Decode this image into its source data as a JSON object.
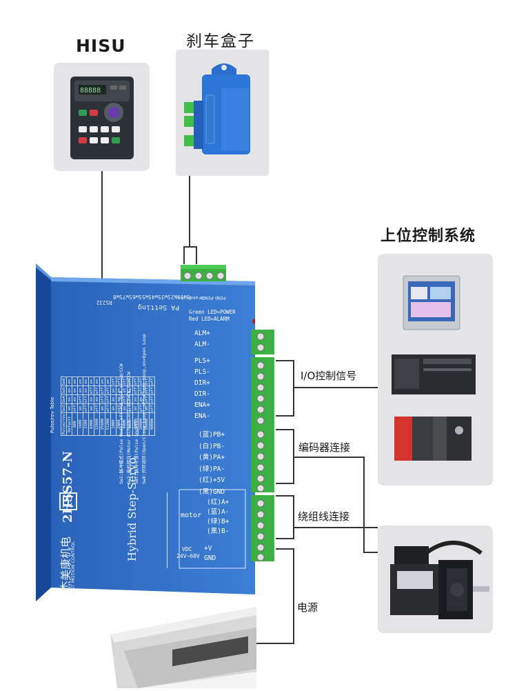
{
  "hisu": {
    "label": "HISU",
    "display": "88888"
  },
  "brake": {
    "label": "刹车盒子"
  },
  "host": {
    "label": "上位控制系统"
  },
  "connections": {
    "io": "I/O控制信号",
    "encoder": "编码器连接",
    "winding": "绕组线连接",
    "power": "电源"
  },
  "driver": {
    "brand_cn": "杰美康机电",
    "brand_en": "JUST MOTION CONTROL",
    "model": "2HSS57-N",
    "subtitle": "Hybrid Step-Servo",
    "rs232": "RS232",
    "pa_setting": "PA Setting",
    "switches": [
      "Sw8",
      "Sw7",
      "Sw6",
      "Sw5",
      "Sw4",
      "Sw3",
      "Sw2",
      "Sw1"
    ],
    "brake_pins": [
      "Brake+",
      "Brake-",
      "PEND+",
      "PEND-"
    ],
    "led_green": "Green LED=POWER",
    "led_red": "Red LED=ALARM",
    "alarm_terms": [
      "ALM+",
      "ALM-"
    ],
    "signal_terms": [
      "PLS+",
      "PLS-",
      "DIR+",
      "DIR-",
      "ENA+",
      "ENA-"
    ],
    "encoder_terms": [
      "(蓝)PB+",
      "(白)PB-",
      "(黄)PA+",
      "(绿)PA-",
      "(红)+5V",
      "(黑)GND"
    ],
    "motor_label": "motor",
    "motor_terms": [
      "(红)A+",
      "(蓝)A-",
      "(绿)B+",
      "(黑)B-"
    ],
    "power_label": "VDC",
    "power_range": "24V~60V",
    "power_terms": [
      "+V",
      "GND"
    ],
    "table_title": "Pulse/rev Table",
    "table_header": [
      "Pulse/rev",
      "Sw3",
      "Sw4",
      "Sw5",
      "Sw6"
    ],
    "table_rows": [
      [
        "Default",
        "on",
        "on",
        "on",
        "on"
      ],
      [
        "800",
        "off",
        "on",
        "on",
        "on"
      ],
      [
        "1600",
        "on",
        "off",
        "on",
        "on"
      ],
      [
        "3200",
        "off",
        "off",
        "on",
        "on"
      ],
      [
        "6400",
        "on",
        "on",
        "off",
        "on"
      ],
      [
        "12800",
        "off",
        "on",
        "off",
        "on"
      ],
      [
        "25600",
        "on",
        "off",
        "off",
        "on"
      ],
      [
        "51200",
        "off",
        "off",
        "off",
        "on"
      ],
      [
        "1000",
        "on",
        "on",
        "on",
        "off"
      ],
      [
        "2000",
        "off",
        "on",
        "on",
        "off"
      ],
      [
        "4000",
        "on",
        "off",
        "on",
        "off"
      ],
      [
        "5000",
        "off",
        "off",
        "on",
        "off"
      ],
      [
        "8000",
        "on",
        "on",
        "off",
        "off"
      ],
      [
        "10000",
        "off",
        "on",
        "off",
        "off"
      ],
      [
        "20000",
        "on",
        "off",
        "off",
        "off"
      ],
      [
        "40000",
        "off",
        "off",
        "off",
        "off"
      ]
    ],
    "sw_notes": [
      "Sw1:脉冲模式(Pulse Mode),off=PUL/DIR,on=CW/CCW",
      "Sw2:电机转向(Motor Direction),off=CW,on=CCW",
      "Sw7:脉冲平滑(Pulse Smooth)",
      "Sw8:开环闭环(Open/Close Loop),off=Close Loop,on=Open Loop"
    ]
  }
}
